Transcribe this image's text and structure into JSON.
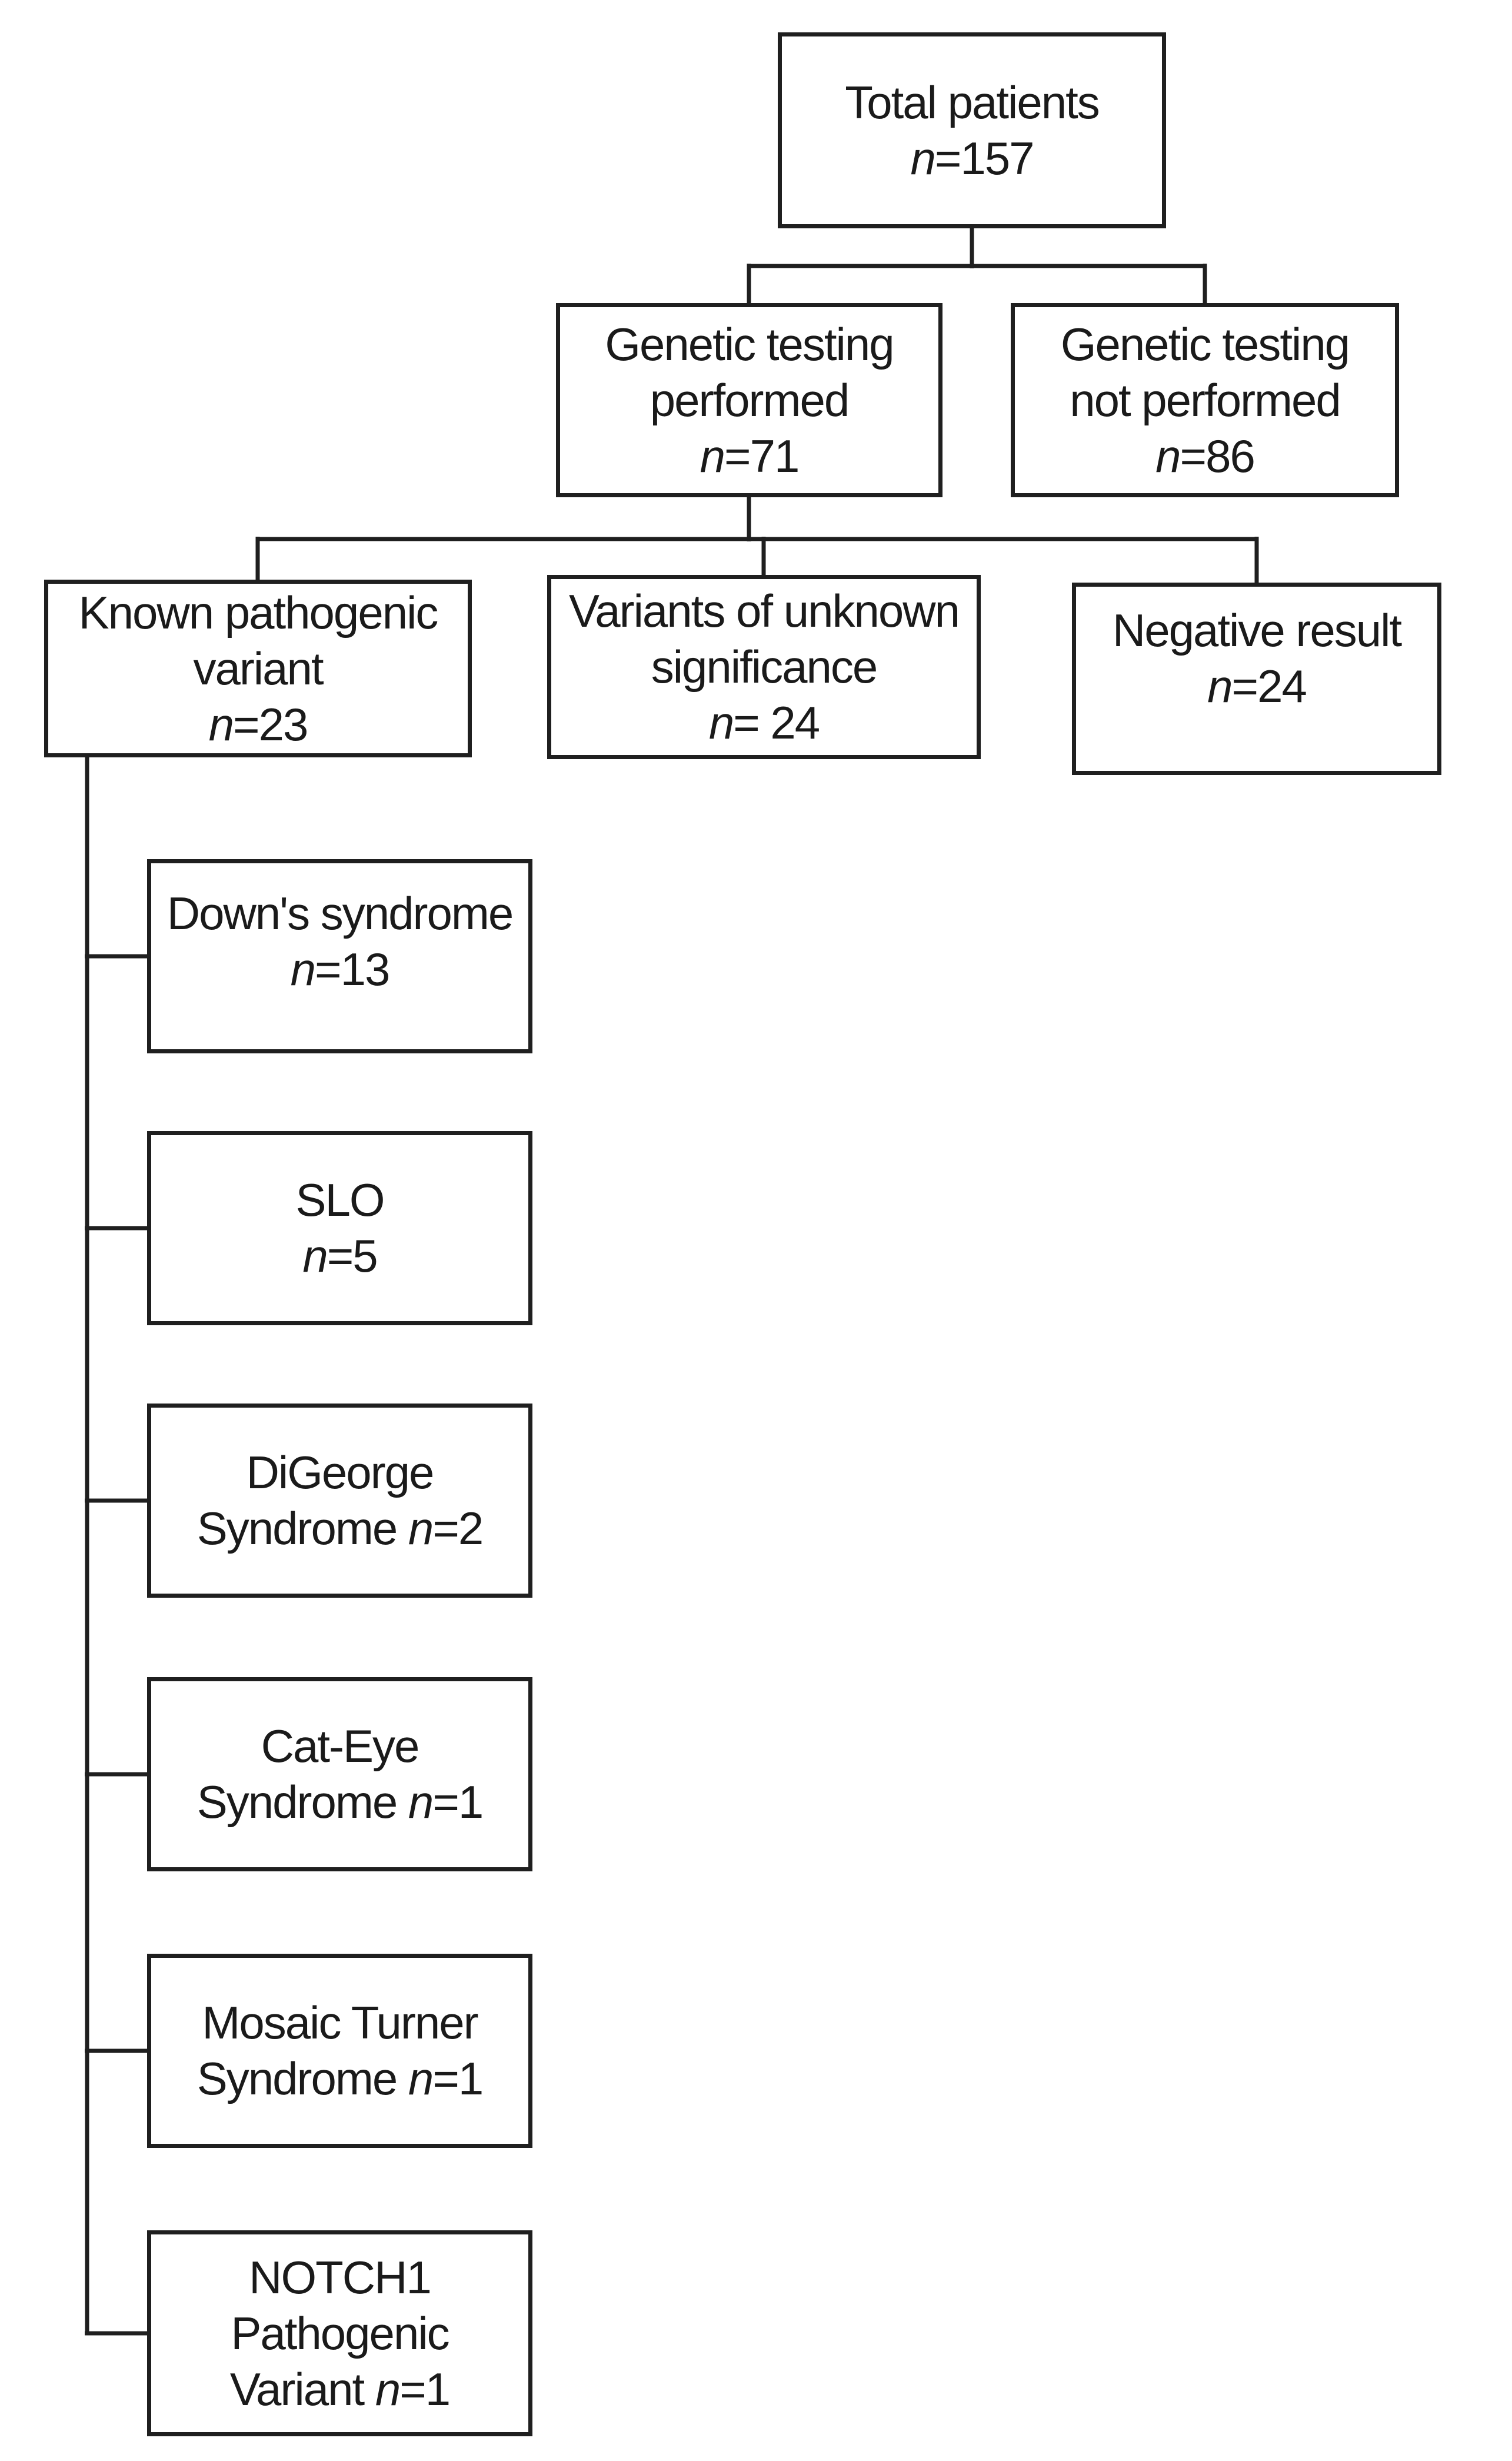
{
  "diagram": {
    "type": "flowchart",
    "colors": {
      "line": "#1f1f1f",
      "text": "#1a1a1a",
      "background": "#ffffff"
    },
    "nodes": {
      "total": {
        "label": "Total patients",
        "n": 157,
        "lines": [
          "Total patients",
          "n=157"
        ]
      },
      "performed": {
        "label": "Genetic testing performed",
        "n": 71,
        "lines": [
          "Genetic testing",
          "performed",
          "n=71"
        ]
      },
      "not_performed": {
        "label": "Genetic testing not performed",
        "n": 86,
        "lines": [
          "Genetic testing",
          "not performed",
          "n=86"
        ]
      },
      "known_pathogenic": {
        "label": "Known pathogenic variant",
        "n": 23,
        "lines": [
          "Known pathogenic",
          "variant",
          "n=23"
        ]
      },
      "vus": {
        "label": "Variants of unknown significance",
        "n": 24,
        "lines": [
          "Variants of unknown",
          "significance",
          "n= 24"
        ]
      },
      "negative": {
        "label": "Negative result",
        "n": 24,
        "lines": [
          "Negative result",
          "n=24"
        ]
      },
      "downs": {
        "label": "Down's syndrome",
        "n": 13,
        "lines": [
          "Down's syndrome",
          "n=13"
        ]
      },
      "slo": {
        "label": "SLO",
        "n": 5,
        "lines": [
          "SLO",
          "n=5"
        ]
      },
      "digeorge": {
        "label": "DiGeorge Syndrome",
        "n": 2,
        "lines": [
          "DiGeorge",
          "Syndrome n=2"
        ]
      },
      "cat_eye": {
        "label": "Cat-Eye Syndrome",
        "n": 1,
        "lines": [
          "Cat-Eye",
          "Syndrome n=1"
        ]
      },
      "mosaic_turner": {
        "label": "Mosaic Turner Syndrome",
        "n": 1,
        "lines": [
          "Mosaic Turner",
          "Syndrome n=1"
        ]
      },
      "notch1": {
        "label": "NOTCH1 Pathogenic Variant",
        "n": 1,
        "lines": [
          "NOTCH1",
          "Pathogenic",
          "Variant n=1"
        ]
      }
    },
    "edges": [
      [
        "total",
        "performed"
      ],
      [
        "total",
        "not_performed"
      ],
      [
        "performed",
        "known_pathogenic"
      ],
      [
        "performed",
        "vus"
      ],
      [
        "performed",
        "negative"
      ],
      [
        "known_pathogenic",
        "downs"
      ],
      [
        "known_pathogenic",
        "slo"
      ],
      [
        "known_pathogenic",
        "digeorge"
      ],
      [
        "known_pathogenic",
        "cat_eye"
      ],
      [
        "known_pathogenic",
        "mosaic_turner"
      ],
      [
        "known_pathogenic",
        "notch1"
      ]
    ]
  }
}
